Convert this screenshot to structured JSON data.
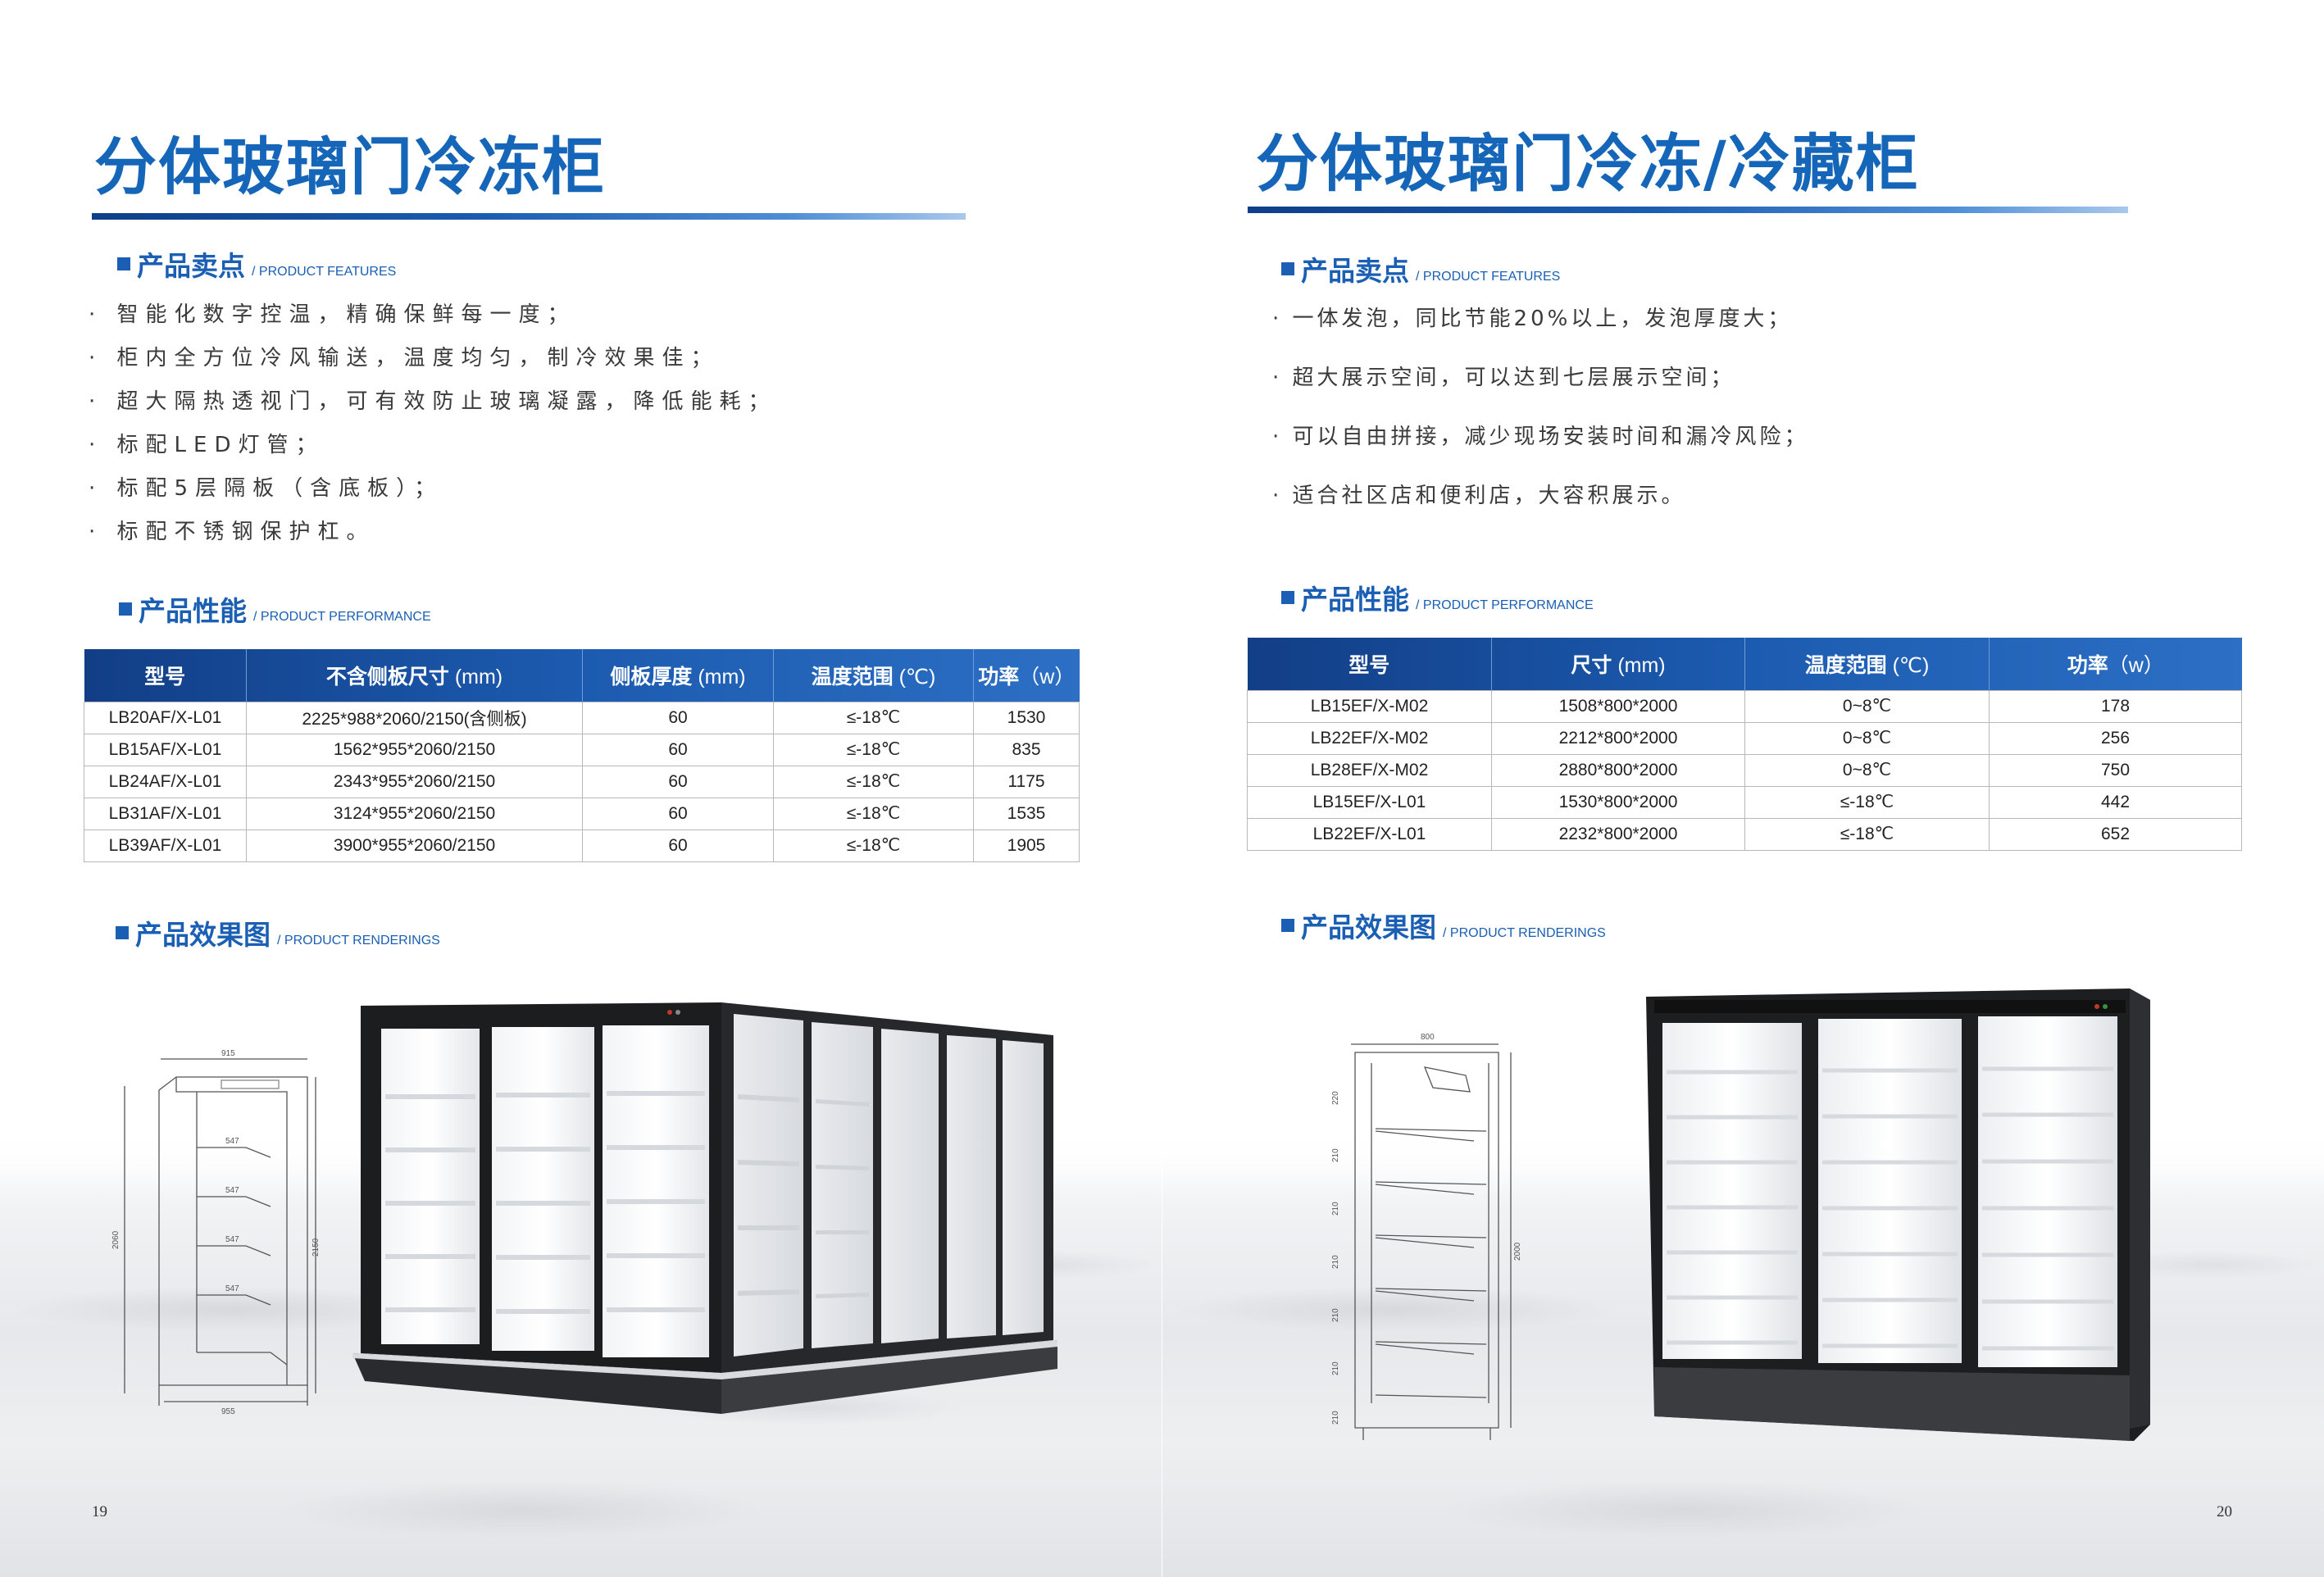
{
  "left": {
    "title": "分体玻璃门冷冻柜",
    "features_head": {
      "cn": "产品卖点",
      "en": "/ PRODUCT FEATURES"
    },
    "features": [
      "· 智能化数字控温，精确保鲜每一度；",
      "· 柜内全方位冷风输送，温度均匀，制冷效果佳；",
      "· 超大隔热透视门，可有效防止玻璃凝露，降低能耗；",
      "· 标配LED灯管；",
      "· 标配5层隔板（含底板）；",
      "· 标配不锈钢保护杠。"
    ],
    "performance_head": {
      "cn": "产品性能",
      "en": "/ PRODUCT PERFORMANCE"
    },
    "table": {
      "headers": [
        {
          "label": "型号",
          "unit": ""
        },
        {
          "label": "不含侧板尺寸",
          "unit": " (mm)"
        },
        {
          "label": "侧板厚度",
          "unit": " (mm)"
        },
        {
          "label": "温度范围",
          "unit": " (℃)"
        },
        {
          "label": "功率",
          "unit": "（w）"
        }
      ],
      "rows": [
        [
          "LB20AF/X-L01",
          "2225*988*2060/2150(含侧板)",
          "60",
          "≤-18℃",
          "1530"
        ],
        [
          "LB15AF/X-L01",
          "1562*955*2060/2150",
          "60",
          "≤-18℃",
          "835"
        ],
        [
          "LB24AF/X-L01",
          "2343*955*2060/2150",
          "60",
          "≤-18℃",
          "1175"
        ],
        [
          "LB31AF/X-L01",
          "3124*955*2060/2150",
          "60",
          "≤-18℃",
          "1535"
        ],
        [
          "LB39AF/X-L01",
          "3900*955*2060/2150",
          "60",
          "≤-18℃",
          "1905"
        ]
      ]
    },
    "renderings_head": {
      "cn": "产品效果图",
      "en": "/ PRODUCT RENDERINGS"
    },
    "drawing_dims": [
      "915",
      "547",
      "547",
      "547",
      "547",
      "2060",
      "2150",
      "955"
    ],
    "page_number": "19"
  },
  "right": {
    "title": "分体玻璃门冷冻/冷藏柜",
    "features_head": {
      "cn": "产品卖点",
      "en": "/ PRODUCT FEATURES"
    },
    "features": [
      "· 一体发泡，同比节能20%以上，发泡厚度大；",
      "· 超大展示空间，可以达到七层展示空间；",
      "· 可以自由拼接，减少现场安装时间和漏冷风险；",
      "· 适合社区店和便利店，大容积展示。"
    ],
    "performance_head": {
      "cn": "产品性能",
      "en": "/ PRODUCT PERFORMANCE"
    },
    "table": {
      "headers": [
        {
          "label": "型号",
          "unit": ""
        },
        {
          "label": "尺寸",
          "unit": " (mm)"
        },
        {
          "label": "温度范围",
          "unit": " (℃)"
        },
        {
          "label": "功率",
          "unit": "（w）"
        }
      ],
      "rows": [
        [
          "LB15EF/X-M02",
          "1508*800*2000",
          "0~8℃",
          "178"
        ],
        [
          "LB22EF/X-M02",
          "2212*800*2000",
          "0~8℃",
          "256"
        ],
        [
          "LB28EF/X-M02",
          "2880*800*2000",
          "0~8℃",
          "750"
        ],
        [
          "LB15EF/X-L01",
          "1530*800*2000",
          "≤-18℃",
          "442"
        ],
        [
          "LB22EF/X-L01",
          "2232*800*2000",
          "≤-18℃",
          "652"
        ]
      ]
    },
    "renderings_head": {
      "cn": "产品效果图",
      "en": "/ PRODUCT RENDERINGS"
    },
    "drawing_dims": [
      "800",
      "220",
      "210",
      "210",
      "210",
      "210",
      "210",
      "210",
      "2000"
    ],
    "page_number": "20"
  },
  "colors": {
    "accent": "#1565b8",
    "table_header": "#1c5bb0"
  }
}
